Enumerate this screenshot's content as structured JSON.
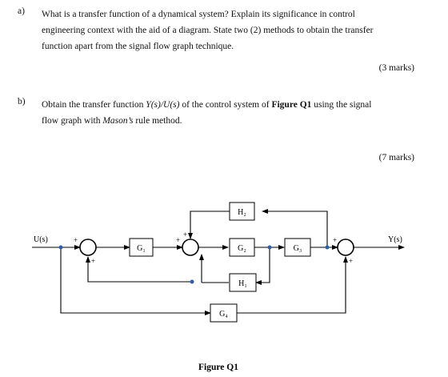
{
  "question_a": {
    "label": "a)",
    "line1": "What is a transfer function of a dynamical system? Explain its significance in control",
    "line2": "engineering context with the aid of a diagram. State two (2) methods to obtain the transfer",
    "line3": "function apart from the signal flow graph technique.",
    "marks": "(3 marks)"
  },
  "question_b": {
    "label": "b)",
    "line1_pre": "Obtain the transfer function ",
    "line1_tf": "Y(s)/U(s)",
    "line1_mid": " of the control system of ",
    "line1_fig": "Figure Q1",
    "line1_post": " using the signal",
    "line2_pre": "flow graph with ",
    "line2_em": "Mason’s",
    "line2_post": " rule method.",
    "marks": "(7 marks)"
  },
  "figure": {
    "caption": "Figure Q1",
    "input_label": "U(s)",
    "output_label": "Y(s)",
    "blocks": {
      "g1": "G₁",
      "g2": "G₂",
      "g3": "G₃",
      "g4": "G₄",
      "h1": "H₁",
      "h2": "H₂"
    },
    "signs": {
      "s1_left": "+",
      "s1_bottom": "+",
      "s2_left": "+",
      "s2_top": "+",
      "s2_right": "-",
      "s3_left": "+",
      "s3_bottom": "+"
    }
  }
}
